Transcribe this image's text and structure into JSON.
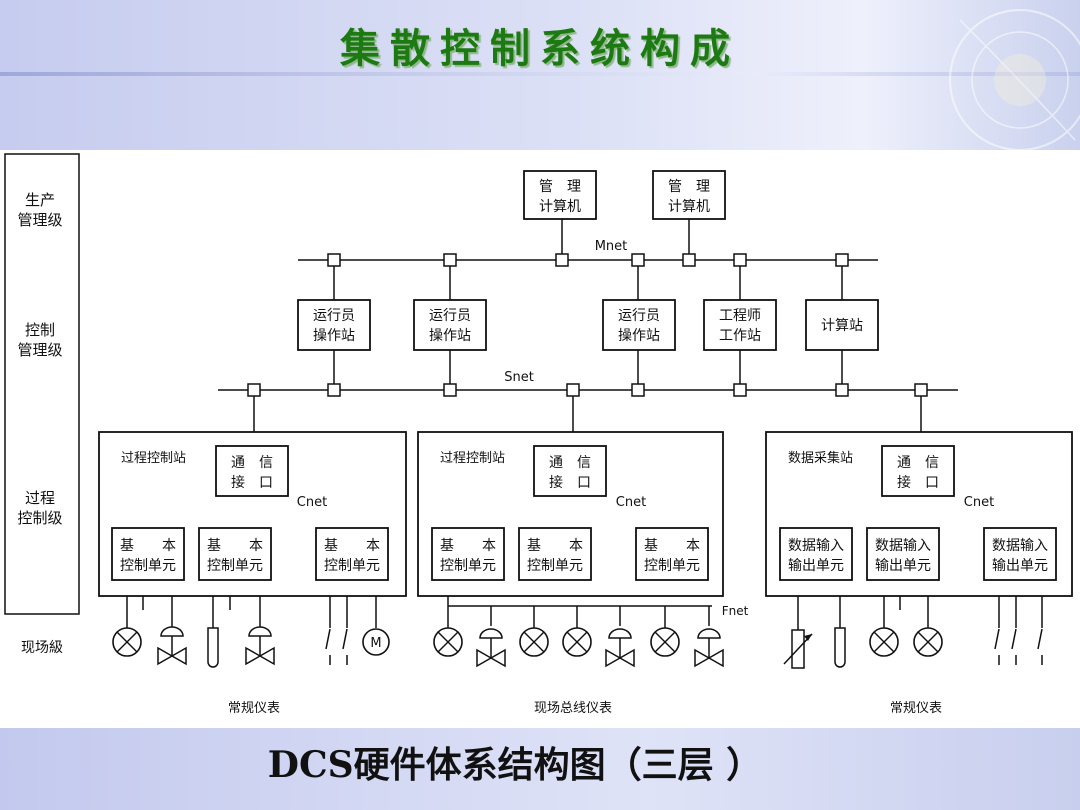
{
  "slide": {
    "title": "集散控制系统构成",
    "caption": "DCS硬件体系结构图（三层 ）"
  },
  "levels": {
    "production": [
      "生产",
      "管理级"
    ],
    "control": [
      "控制",
      "管理级"
    ],
    "process": [
      "过程",
      "控制级"
    ],
    "field": "现场級"
  },
  "networks": {
    "mnet": "Mnet",
    "snet": "Snet",
    "cnet": "Cnet",
    "fnet": "Fnet"
  },
  "mgmt_computers": [
    [
      "管　理",
      "计算机"
    ],
    [
      "管　理",
      "计算机"
    ]
  ],
  "operator_stations": [
    [
      "运行员",
      "操作站"
    ],
    [
      "运行员",
      "操作站"
    ],
    [
      "运行员",
      "操作站"
    ]
  ],
  "engineer_station": [
    "工程师",
    "工作站"
  ],
  "compute_station": "计算站",
  "stations": [
    {
      "name": "过程控制站",
      "comm": [
        "通　信",
        "接　口"
      ],
      "units": [
        [
          "基　　本",
          "控制单元"
        ],
        [
          "基　　本",
          "控制单元"
        ],
        [
          "基　　本",
          "控制单元"
        ]
      ],
      "footer": "常规仪表"
    },
    {
      "name": "过程控制站",
      "comm": [
        "通　信",
        "接　口"
      ],
      "units": [
        [
          "基　　本",
          "控制单元"
        ],
        [
          "基　　本",
          "控制单元"
        ],
        [
          "基　　本",
          "控制单元"
        ]
      ],
      "footer": "现场总线仪表"
    },
    {
      "name": "数据采集站",
      "comm": [
        "通　信",
        "接　口"
      ],
      "units": [
        [
          "数据输入",
          "输出单元"
        ],
        [
          "数据输入",
          "输出单元"
        ],
        [
          "数据输入",
          "输出单元"
        ]
      ],
      "footer": "常规仪表"
    }
  ],
  "motor_label": "M",
  "colors": {
    "title_green": "#1d7a12",
    "band_blue": "#c6ccef",
    "line": "#111111"
  },
  "icons": [
    "lamp-icon",
    "valve-icon",
    "thermocouple-icon",
    "switch-icon",
    "motor-icon",
    "rheostat-icon"
  ]
}
